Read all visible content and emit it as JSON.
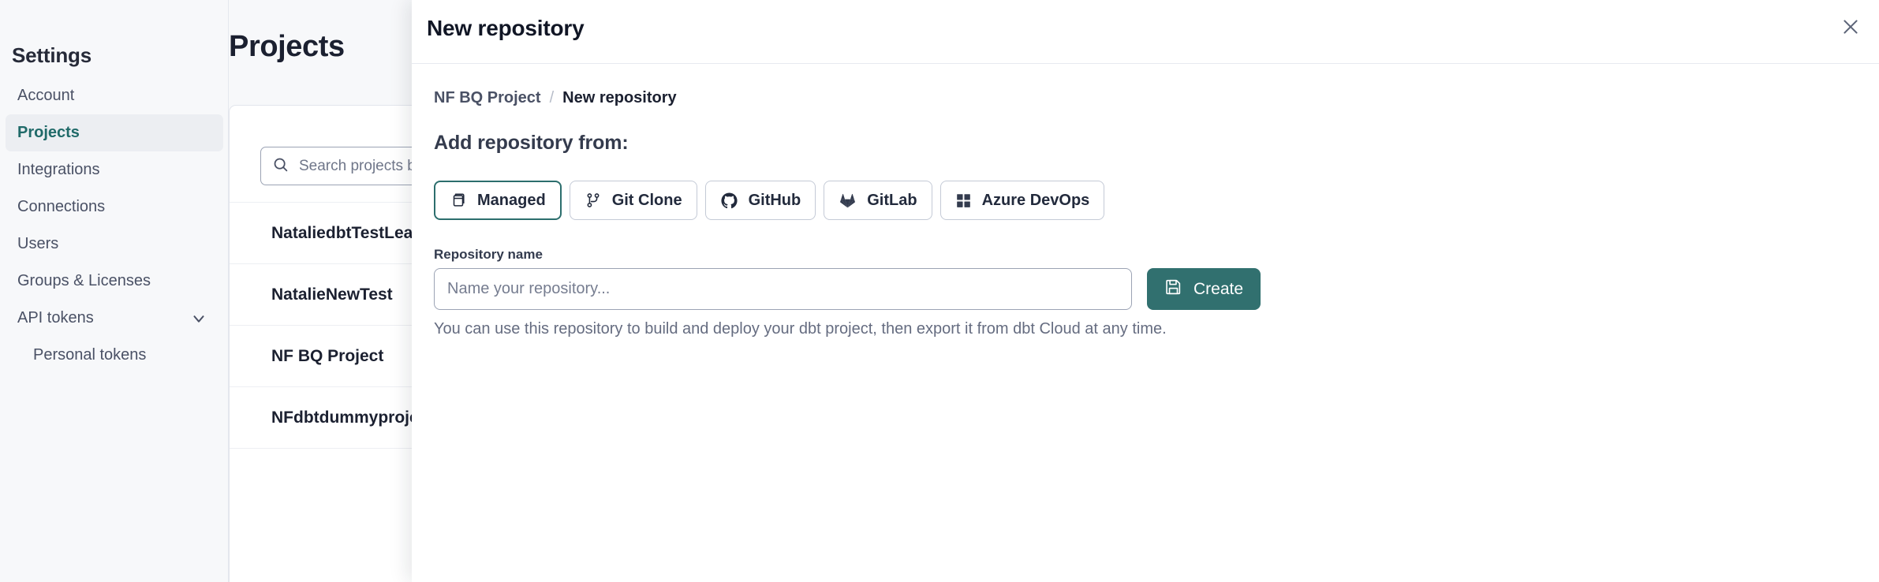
{
  "sidebar": {
    "title": "Settings",
    "items": [
      {
        "label": "Account",
        "active": false,
        "sub": false,
        "chevron": false
      },
      {
        "label": "Projects",
        "active": true,
        "sub": false,
        "chevron": false
      },
      {
        "label": "Integrations",
        "active": false,
        "sub": false,
        "chevron": false
      },
      {
        "label": "Connections",
        "active": false,
        "sub": false,
        "chevron": false
      },
      {
        "label": "Users",
        "active": false,
        "sub": false,
        "chevron": false
      },
      {
        "label": "Groups & Licenses",
        "active": false,
        "sub": false,
        "chevron": false
      },
      {
        "label": "API tokens",
        "active": false,
        "sub": false,
        "chevron": true
      },
      {
        "label": "Personal tokens",
        "active": false,
        "sub": true,
        "chevron": false
      }
    ]
  },
  "main": {
    "page_title": "Projects",
    "search": {
      "placeholder": "Search projects by name...",
      "value": "",
      "icon": "search-icon"
    },
    "projects": [
      {
        "name": "NataliedbtTestLearn T"
      },
      {
        "name": "NatalieNewTest"
      },
      {
        "name": "NF BQ Project"
      },
      {
        "name": "NFdbtdummyproject"
      }
    ]
  },
  "modal": {
    "title": "New repository",
    "close_icon": "close-icon",
    "breadcrumb": {
      "parent": "NF BQ Project",
      "separator": "/",
      "current": "New repository"
    },
    "section_heading": "Add repository from:",
    "tabs": [
      {
        "label": "Managed",
        "icon": "database-stack-icon",
        "selected": true
      },
      {
        "label": "Git Clone",
        "icon": "git-branch-icon",
        "selected": false
      },
      {
        "label": "GitHub",
        "icon": "github-icon",
        "selected": false
      },
      {
        "label": "GitLab",
        "icon": "gitlab-icon",
        "selected": false
      },
      {
        "label": "Azure DevOps",
        "icon": "azure-grid-icon",
        "selected": false
      }
    ],
    "form": {
      "repository_name_label": "Repository name",
      "repository_name_placeholder": "Name your repository...",
      "repository_name_value": "",
      "helper_text": "You can use this repository to build and deploy your dbt project, then export it from dbt Cloud at any time."
    },
    "create_button": {
      "label": "Create",
      "icon": "save-icon"
    }
  },
  "colors": {
    "accent_teal": "#31706f",
    "active_nav_text": "#206a69",
    "selected_tab_border": "#2c6e6d",
    "page_bg": "#f7f8fa",
    "panel_bg": "#ffffff",
    "text_primary": "#1b2030",
    "text_secondary": "#656c80"
  }
}
